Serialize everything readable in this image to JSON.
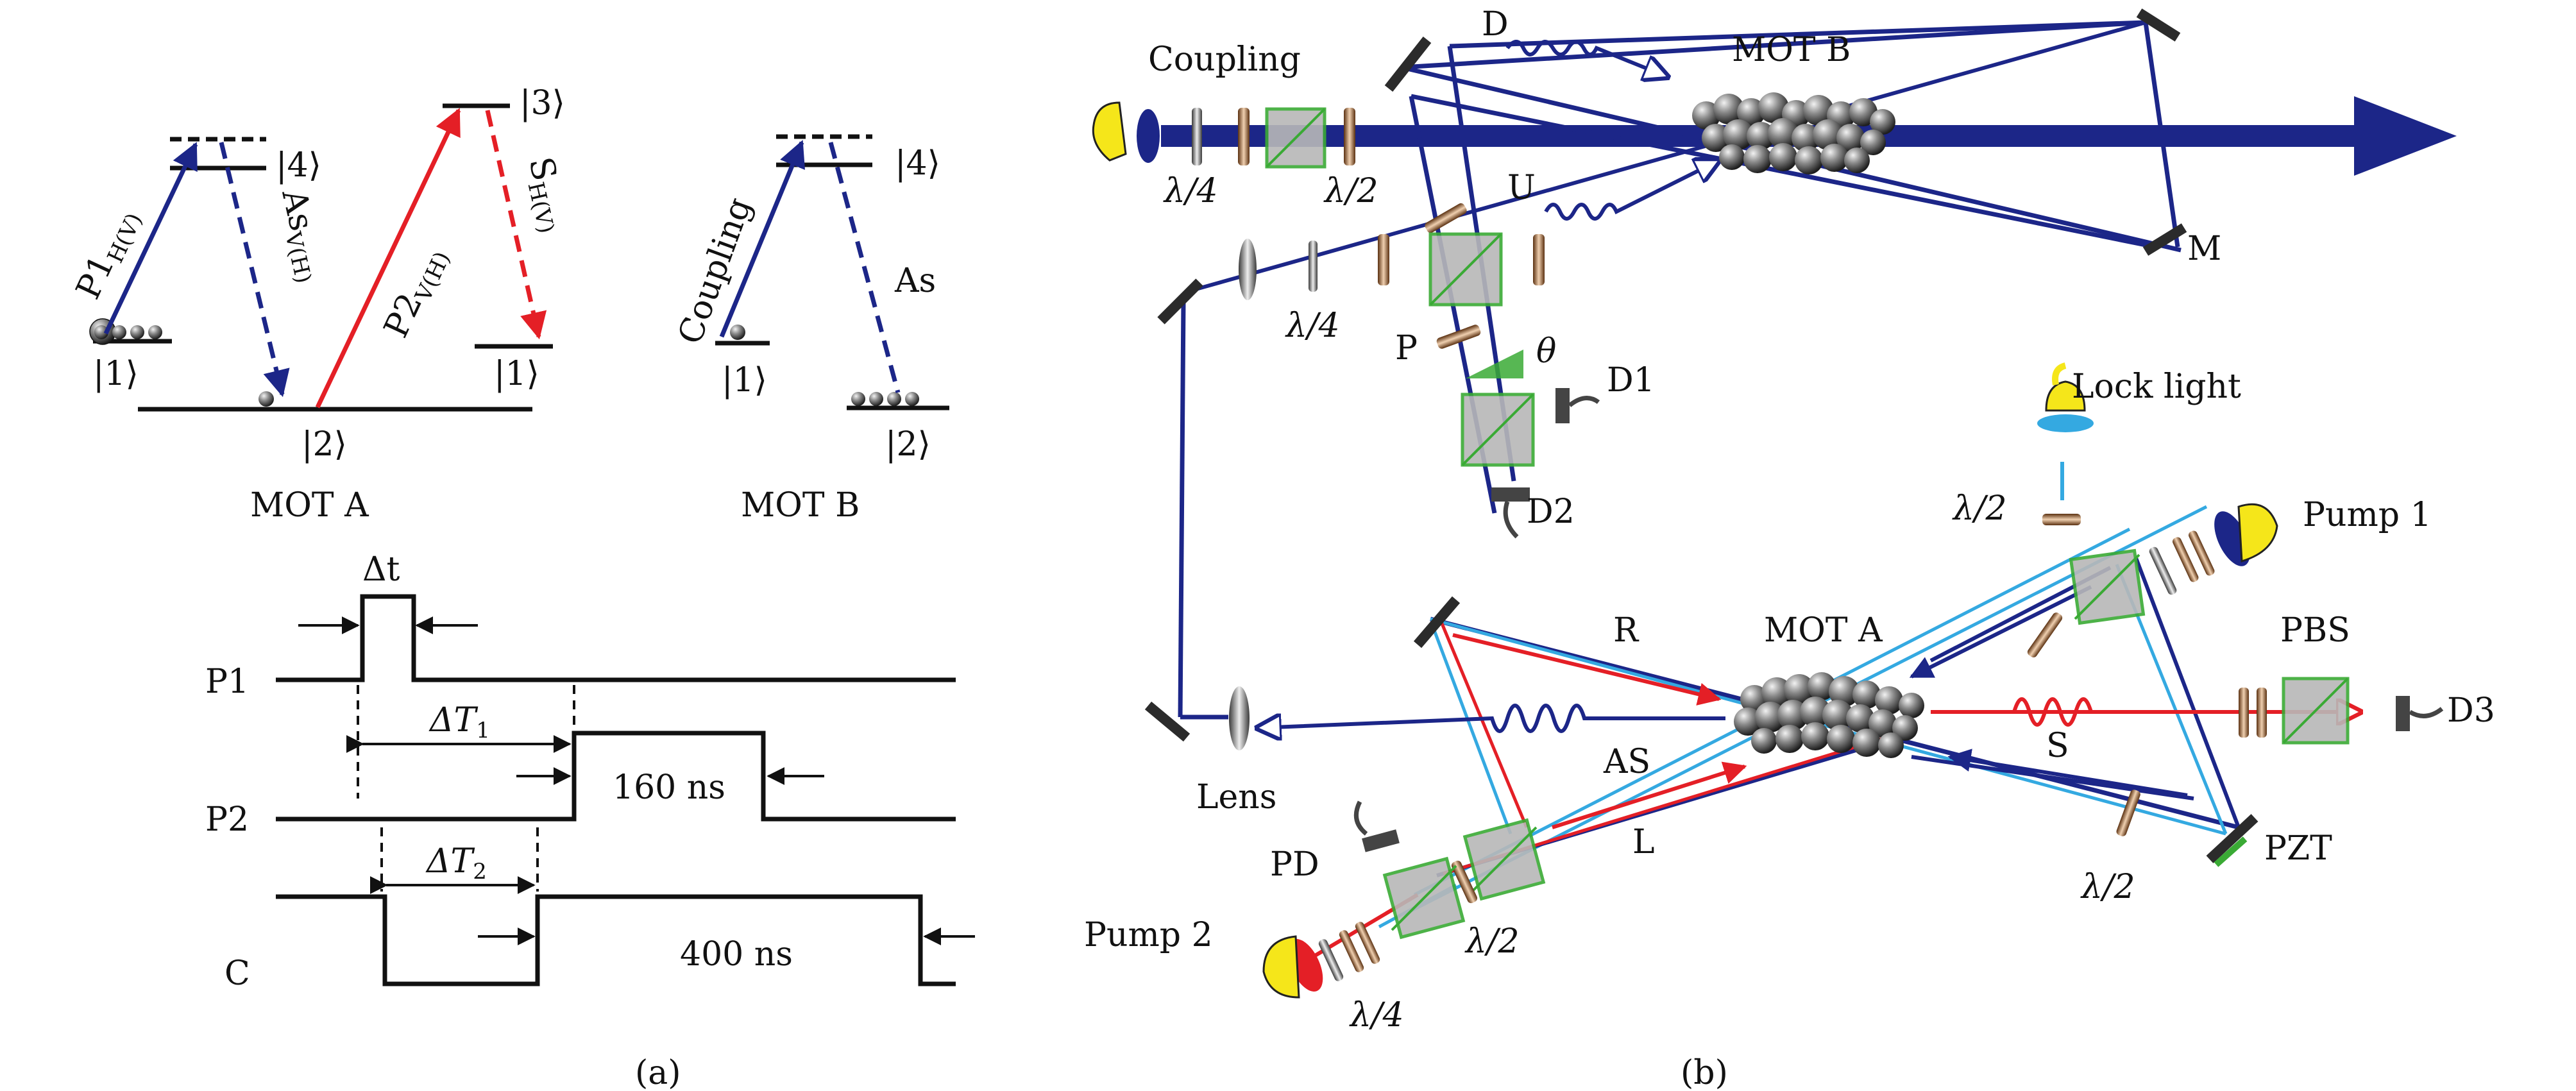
{
  "panel_a": {
    "caption": "(a)",
    "mot_a": {
      "title": "MOT A",
      "levels": {
        "k1_left": "|1⟩",
        "k2": "|2⟩",
        "k3": "|3⟩",
        "k4": "|4⟩",
        "k1_right": "|1⟩"
      },
      "transitions": {
        "p1": "P1",
        "p1_sub": "H(V)",
        "as": "As",
        "as_sub": "V(H)",
        "p2": "P2",
        "p2_sub": "V(H)",
        "s": "S",
        "s_sub": "H(V)"
      }
    },
    "mot_b": {
      "title": "MOT B",
      "levels": {
        "k1": "|1⟩",
        "k2": "|2⟩",
        "k4": "|4⟩"
      },
      "transitions": {
        "coupling": "Coupling",
        "as": "As"
      }
    },
    "timing": {
      "p1": "P1",
      "p2": "P2",
      "c": "C",
      "delta_t": "Δt",
      "delta_T1": "ΔT",
      "delta_T1_sub": "1",
      "delta_T2": "ΔT",
      "delta_T2_sub": "2",
      "p2_width": "160 ns",
      "c_width": "400 ns"
    }
  },
  "panel_b": {
    "caption": "(b)",
    "labels": {
      "coupling": "Coupling",
      "d": "D",
      "mot_b": "MOT B",
      "u": "U",
      "m": "M",
      "p": "P",
      "theta": "θ",
      "d1": "D1",
      "d2": "D2",
      "lock_light": "Lock light",
      "pump1": "Pump 1",
      "pbs": "PBS",
      "r": "R",
      "mot_a": "MOT A",
      "s": "S",
      "d3": "D3",
      "lens": "Lens",
      "as": "AS",
      "pd": "PD",
      "l": "L",
      "pzt": "PZT",
      "pump2": "Pump 2",
      "half_wave": "λ/2",
      "quarter_wave": "λ/4"
    }
  },
  "colors": {
    "blue": "#1c2688",
    "red": "#e41f26",
    "light_blue": "#34a9e1",
    "green": "#3aaa35",
    "yellow": "#f5e61a",
    "dark": "#2b2b2b"
  }
}
